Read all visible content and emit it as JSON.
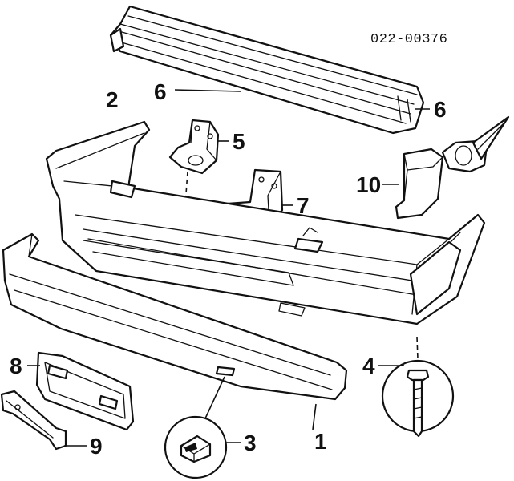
{
  "reference_code": "022-00376",
  "callouts": {
    "bumper_cover": "1",
    "bumper_assembly": "2",
    "grommet": "3",
    "clip": "4",
    "bracket_upper": "5",
    "absorber_left": "6",
    "absorber_right": "6",
    "bracket_side": "7",
    "license_plate_bracket": "8",
    "lower_bracket": "9",
    "energy_absorber_mount": "10"
  }
}
